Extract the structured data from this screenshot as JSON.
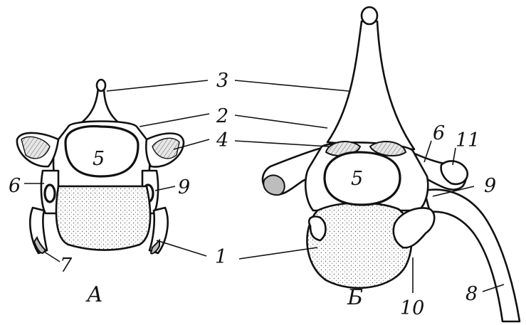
{
  "figure_a": {
    "caption": "А",
    "labels": [
      "1",
      "2",
      "3",
      "4",
      "5",
      "6",
      "7",
      "9"
    ]
  },
  "figure_b": {
    "caption": "Б",
    "labels": [
      "1",
      "2",
      "3",
      "4",
      "5",
      "6",
      "8",
      "9",
      "10",
      "11"
    ]
  }
}
